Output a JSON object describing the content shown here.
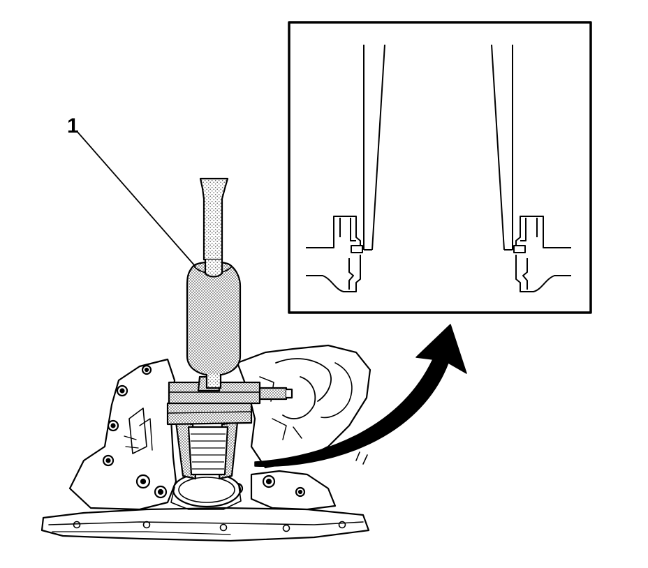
{
  "figure": {
    "callouts": [
      {
        "label": "1",
        "target": "slide-hammer"
      }
    ],
    "colors": {
      "line": "#000000",
      "background": "#ffffff",
      "stipple": "#7a7a7a"
    },
    "icons": [
      "slide-hammer",
      "bearing-puller",
      "transmission-case",
      "detail-arrow",
      "detail-inset"
    ]
  }
}
